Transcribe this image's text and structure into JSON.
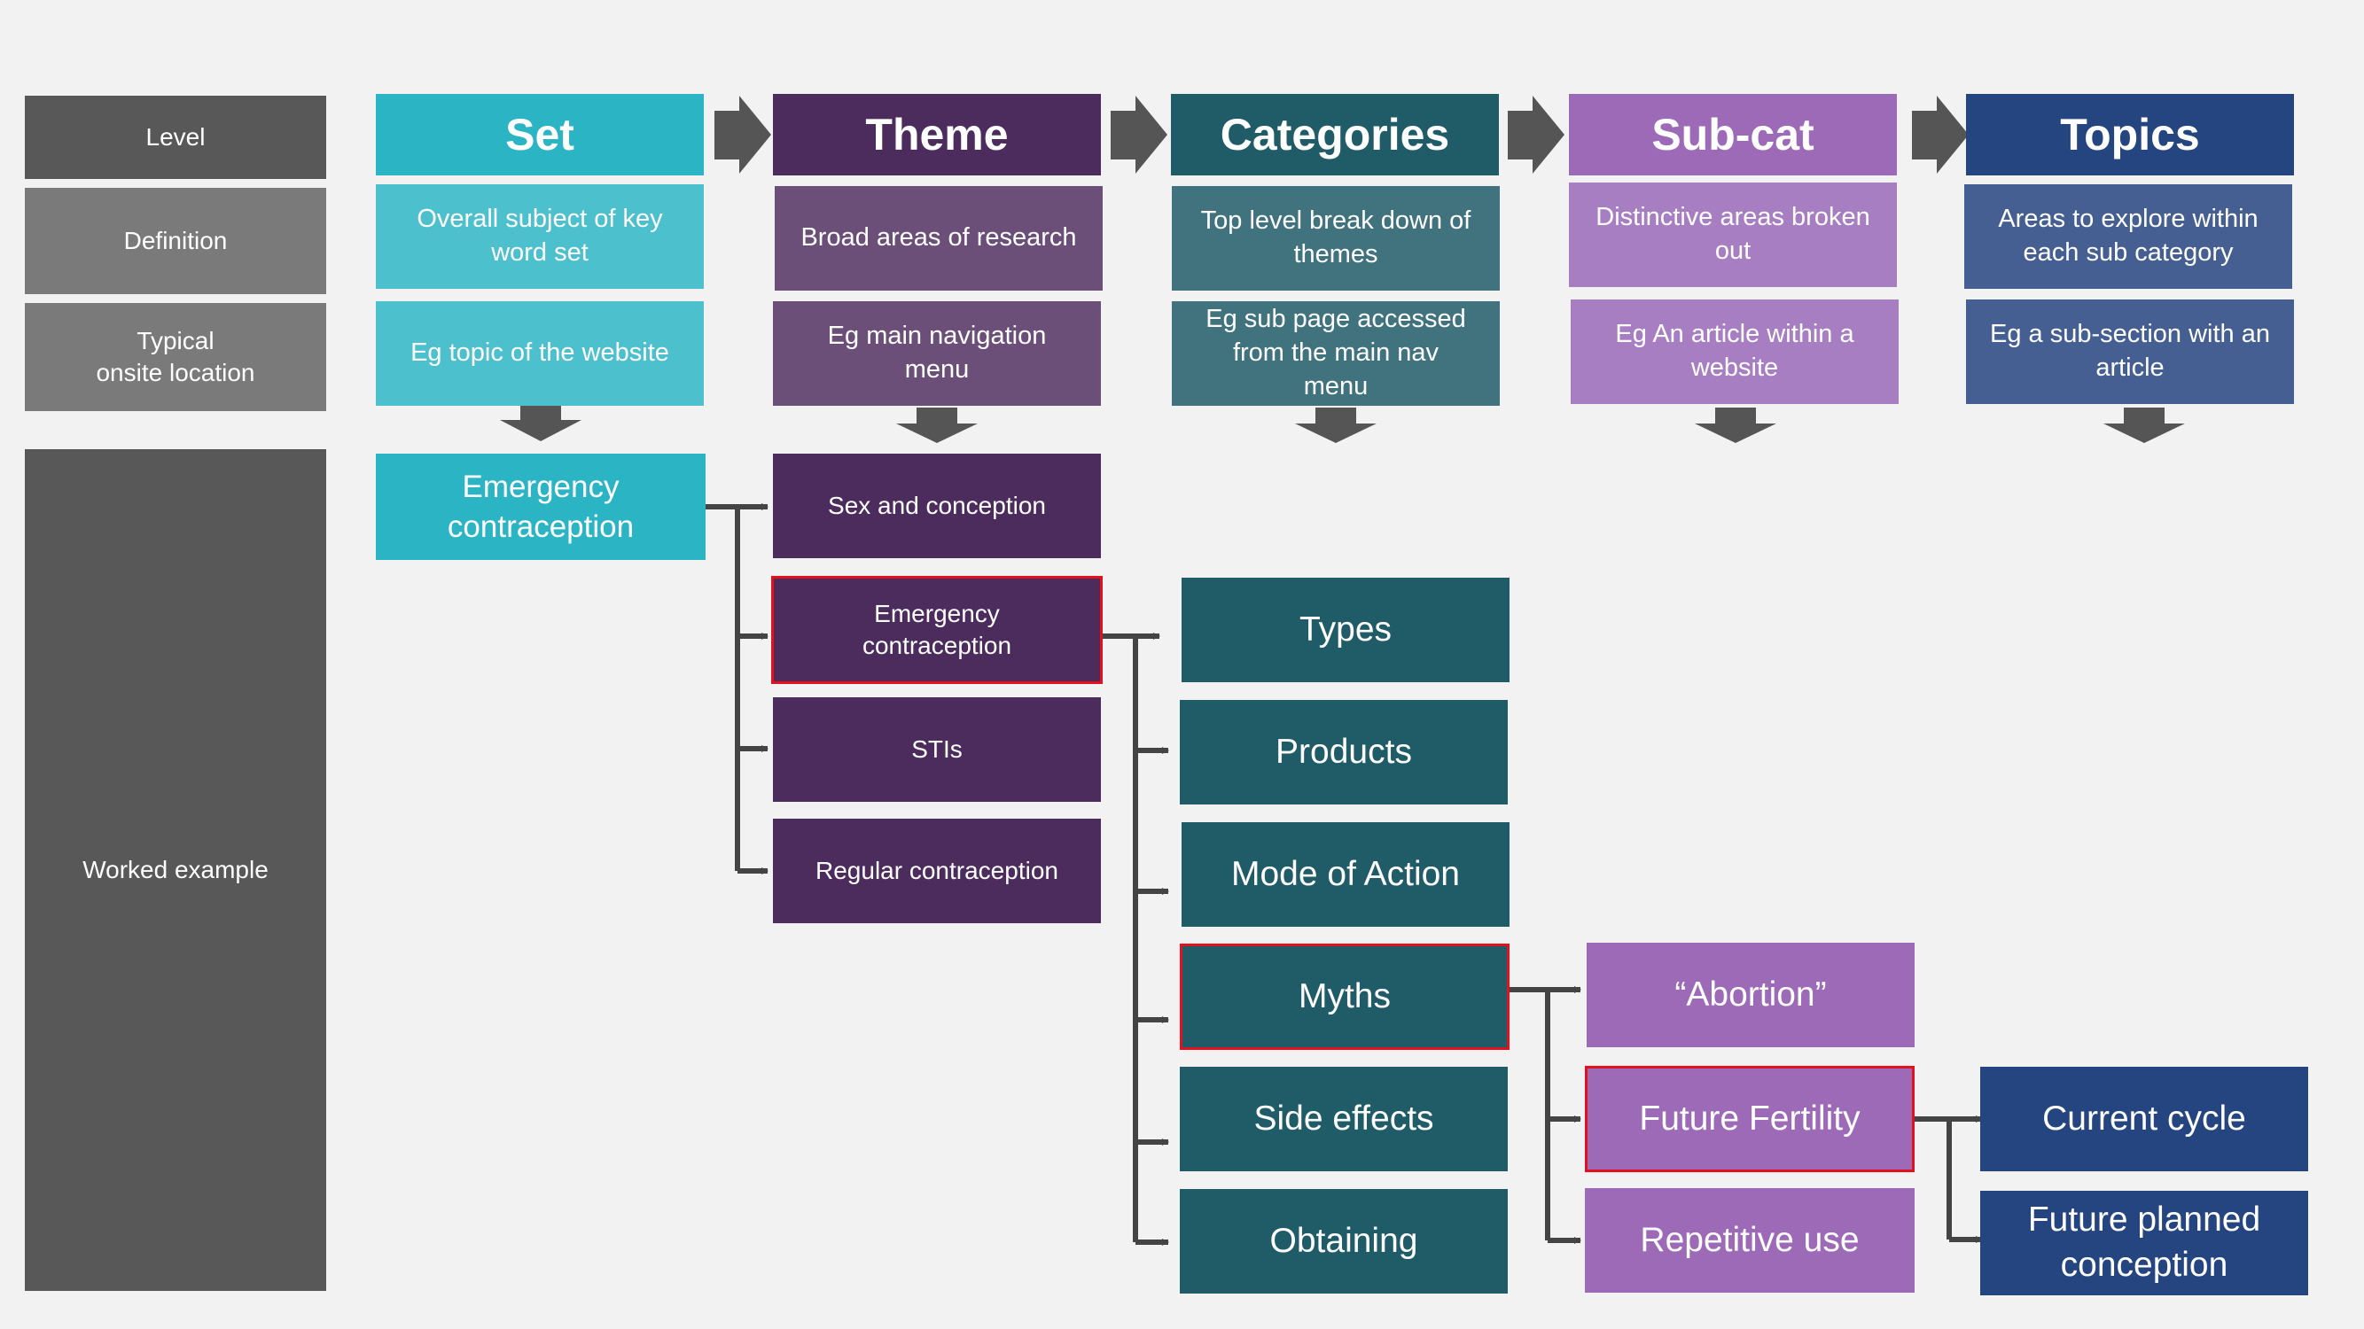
{
  "colors": {
    "label_dark": "#585858",
    "label_mid": "#7a7a7a",
    "set": "#2bb5c4",
    "set_light": "#4dc0cd",
    "theme": "#4c2c5c",
    "theme_light": "#6b4f78",
    "category": "#205c67",
    "category_light": "#40737e",
    "subcat": "#9d6ab8",
    "subcat_light": "#a87ec3",
    "topic": "#24457f",
    "topic_light": "#465f93",
    "highlight_border": "#e3101d",
    "connector": "#555555"
  },
  "row_labels": {
    "level": "Level",
    "definition": "Definition",
    "location": "Typical\nonsite location",
    "example": "Worked example"
  },
  "levels": [
    {
      "name": "Set",
      "definition": "Overall subject of key\nword set",
      "location": "Eg topic of the website"
    },
    {
      "name": "Theme",
      "definition": "Broad areas of research",
      "location": "Eg main navigation\nmenu"
    },
    {
      "name": "Categories",
      "definition": "Top level break down of\nthemes",
      "location": "Eg  sub page accessed\nfrom the main nav\nmenu"
    },
    {
      "name": "Sub-cat",
      "definition": "Distinctive areas broken\nout",
      "location": "Eg An article within a\nwebsite"
    },
    {
      "name": "Topics",
      "definition": "Areas to explore within\neach sub category",
      "location": "Eg a sub-section with an\narticle"
    }
  ],
  "example": {
    "set": "Emergency\ncontraception",
    "themes": [
      "Sex and conception",
      "Emergency\ncontraception",
      "STIs",
      "Regular contraception"
    ],
    "categories": [
      "Types",
      "Products",
      "Mode of Action",
      "Myths",
      "Side effects",
      "Obtaining"
    ],
    "subcats": [
      "“Abortion”",
      "Future Fertility",
      "Repetitive use"
    ],
    "topics": [
      "Current cycle",
      "Future planned\nconception"
    ]
  }
}
